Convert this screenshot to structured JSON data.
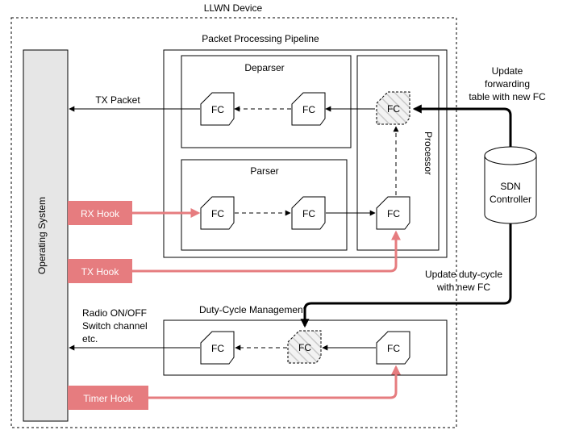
{
  "device_label": "LLWN Device",
  "os_label": "Operating System",
  "pipeline_label": "Packet Processing Pipeline",
  "deparser_label": "Deparser",
  "parser_label": "Parser",
  "processor_label": "Processor",
  "dutycycle_label": "Duty-Cycle Management",
  "fc_label": "FC",
  "tx_packet_label": "TX Packet",
  "hooks": {
    "rx": "RX Hook",
    "tx": "TX Hook",
    "timer": "Timer Hook"
  },
  "sdn": {
    "line1": "SDN",
    "line2": "Controller"
  },
  "update_forwarding": [
    "Update",
    "forwarding",
    "table with new FC"
  ],
  "update_dutycycle": [
    "Update duty-cycle",
    "with new FC"
  ],
  "radio_output": [
    "Radio ON/OFF",
    "Switch channel",
    "etc."
  ],
  "colors": {
    "hook_fill": "#e67c7f",
    "hook_arrow": "#e67c7f",
    "os_fill": "#e6e6e6"
  }
}
